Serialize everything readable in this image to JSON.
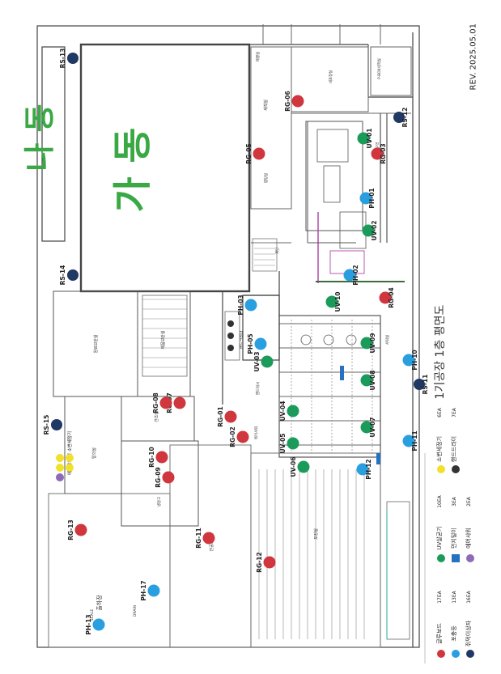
{
  "revision": "REV. 2025.05.01",
  "title": "1기공장 1층 평면도",
  "building_label_top": "가 동",
  "building_label_edge": "나 동",
  "room_labels": {
    "wrap_room": "랩핑실",
    "packing": "포장실",
    "changing": "탈의실",
    "raw_storage": "원료보관실",
    "dry_storage": "건조실",
    "product_storage": "제품보관실",
    "loading": "출하장",
    "vacuum": "진공포장실",
    "sensor_area": "내포장실",
    "washroom": "세척실",
    "cold_room": "냉장고",
    "scale": "SCALE",
    "drain": "DRAIN",
    "shower": "샤워실",
    "bread_line": "제빵실",
    "hand_wash": "핸드크리너",
    "hand_dry": "핸드워시",
    "airshower": "에어샤워",
    "box_room": "P-BOX세척실",
    "section": "구역",
    "stairs": "계단"
  },
  "legend": {
    "items": [
      {
        "label": "글루보드",
        "count": "17EA",
        "color": "#d0363d",
        "shape": "circle"
      },
      {
        "label": "포충등",
        "count": "13EA",
        "color": "#2a9fe0",
        "shape": "circle"
      },
      {
        "label": "쥐먹이상자",
        "count": "16EA",
        "color": "#1f3864",
        "shape": "circle"
      },
      {
        "label": "UV살균기",
        "count": "10EA",
        "color": "#1a9b5a",
        "shape": "circle"
      },
      {
        "label": "먼지털이",
        "count": "3EA",
        "color": "#2672c0",
        "shape": "square"
      },
      {
        "label": "에어샤워",
        "count": "2EA",
        "color": "#8e6ab8",
        "shape": "circle"
      },
      {
        "label": "소변세정기",
        "count": "6EA",
        "color": "#f2e12c",
        "shape": "circle"
      },
      {
        "label": "핸드드라이",
        "count": "7EA",
        "color": "#333333",
        "shape": "circle"
      }
    ]
  },
  "markers": [
    {
      "id": "RS-13",
      "type": "rs"
    },
    {
      "id": "RS-14",
      "type": "rs"
    },
    {
      "id": "RS-15",
      "type": "rs"
    },
    {
      "id": "RS-12",
      "type": "rs"
    },
    {
      "id": "RS-11",
      "type": "rs"
    },
    {
      "id": "RG-06",
      "type": "rg"
    },
    {
      "id": "RG-05",
      "type": "rg"
    },
    {
      "id": "RG-03",
      "type": "rg"
    },
    {
      "id": "RG-04",
      "type": "rg"
    },
    {
      "id": "RG-01",
      "type": "rg"
    },
    {
      "id": "RG-02",
      "type": "rg"
    },
    {
      "id": "RG-07",
      "type": "rg"
    },
    {
      "id": "RG-08",
      "type": "rg"
    },
    {
      "id": "RG-09",
      "type": "rg"
    },
    {
      "id": "RG-10",
      "type": "rg"
    },
    {
      "id": "RG-11",
      "type": "rg"
    },
    {
      "id": "RG-12",
      "type": "rg"
    },
    {
      "id": "RG-13",
      "type": "rg"
    },
    {
      "id": "PH-01",
      "type": "ph"
    },
    {
      "id": "PH-02",
      "type": "ph"
    },
    {
      "id": "PH-03",
      "type": "ph"
    },
    {
      "id": "PH-05",
      "type": "ph"
    },
    {
      "id": "PH-10",
      "type": "ph"
    },
    {
      "id": "PH-11",
      "type": "ph"
    },
    {
      "id": "PH-12",
      "type": "ph"
    },
    {
      "id": "PH-13",
      "type": "ph"
    },
    {
      "id": "PH-17",
      "type": "ph"
    },
    {
      "id": "UV-01",
      "type": "uv"
    },
    {
      "id": "UV-02",
      "type": "uv"
    },
    {
      "id": "UV-03",
      "type": "uv"
    },
    {
      "id": "UV-04",
      "type": "uv"
    },
    {
      "id": "UV-05",
      "type": "uv"
    },
    {
      "id": "UV-06",
      "type": "uv"
    },
    {
      "id": "UV-07",
      "type": "uv"
    },
    {
      "id": "UV-08",
      "type": "uv"
    },
    {
      "id": "UV-09",
      "type": "uv"
    },
    {
      "id": "UV-10",
      "type": "uv"
    }
  ],
  "small_labels": {
    "airshower_note": "에어샤워 및 소변세정기",
    "hand_note": "핸드드라이",
    "vacuum_note": "진공포장실",
    "rev_note": "REV. 2025.05.01"
  },
  "colors": {
    "rg": "#d0363d",
    "ph": "#2a9fe0",
    "rs": "#1f3864",
    "uv": "#1a9b5a",
    "dust": "#2672c0",
    "air": "#8e6ab8",
    "urinal": "#f2e12c",
    "hand": "#333333",
    "green_text": "#3aa845",
    "wall": "#3a3a3a",
    "line": "#777777",
    "accent_purple": "#b14aa8",
    "accent_teal": "#2aa7a0"
  }
}
